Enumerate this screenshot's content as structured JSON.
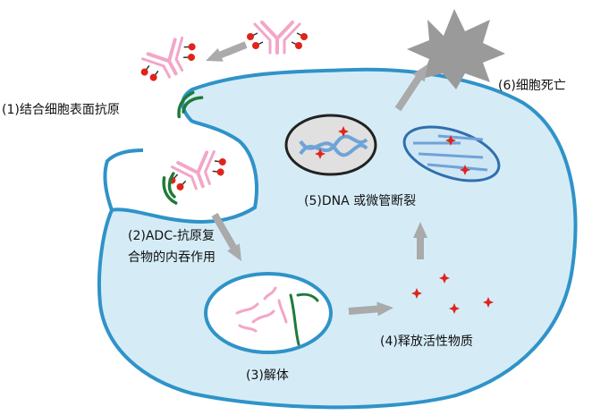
{
  "title": "",
  "colors": {
    "cell_fill": "#d5ecf7",
    "cell_stroke": "#2f93c8",
    "antibody": "#f2a6c8",
    "drug": "#e0241b",
    "receptor": "#1f7a3a",
    "arrow": "#aaaaaa",
    "dead_cell": "#9a9a9a",
    "nucleus_fill": "#e0e0e0",
    "nucleus_stroke": "#222222",
    "mito_fill": "#cfe6f5",
    "mito_stroke": "#2f6fae",
    "dna": "#6fa3d8",
    "lysosome_fill": "#ffffff"
  },
  "steps": [
    {
      "id": "binding",
      "label": "(1)结合细胞表面抗原"
    },
    {
      "id": "internalization",
      "label": "(2)ADC-抗原复合物的内吞作用"
    },
    {
      "id": "dissociation",
      "label": "(3)解体"
    },
    {
      "id": "release",
      "label": "(4)释放活性物质"
    },
    {
      "id": "disruption",
      "label": "(5)DNA 或微管断裂"
    },
    {
      "id": "death",
      "label": "(6)细胞死亡"
    }
  ]
}
